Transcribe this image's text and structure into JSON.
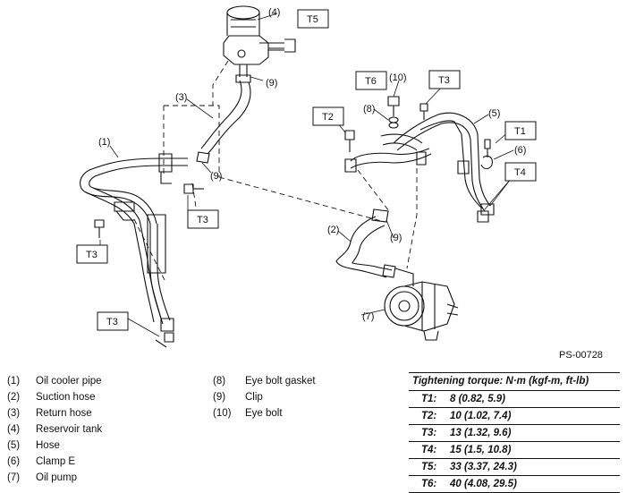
{
  "figure_id": "PS-00728",
  "callouts": {
    "c1": "(1)",
    "c2": "(2)",
    "c3": "(3)",
    "c4": "(4)",
    "c5": "(5)",
    "c6": "(6)",
    "c7": "(7)",
    "c8": "(8)",
    "c9a": "(9)",
    "c9b": "(9)",
    "c9c": "(9)",
    "c10": "(10)"
  },
  "torque_tags": {
    "t1": "T1",
    "t2": "T2",
    "t3a": "T3",
    "t3b": "T3",
    "t3c": "T3",
    "t3d": "T3",
    "t4": "T4",
    "t5": "T5",
    "t6": "T6"
  },
  "legend_left": [
    {
      "num": "(1)",
      "label": "Oil cooler pipe"
    },
    {
      "num": "(2)",
      "label": "Suction hose"
    },
    {
      "num": "(3)",
      "label": "Return hose"
    },
    {
      "num": "(4)",
      "label": "Reservoir tank"
    },
    {
      "num": "(5)",
      "label": "Hose"
    },
    {
      "num": "(6)",
      "label": "Clamp E"
    },
    {
      "num": "(7)",
      "label": "Oil pump"
    }
  ],
  "legend_mid": [
    {
      "num": "(8)",
      "label": "Eye bolt gasket"
    },
    {
      "num": "(9)",
      "label": "Clip"
    },
    {
      "num": "(10)",
      "label": "Eye bolt"
    }
  ],
  "torque": {
    "header": "Tightening torque: N·m (kgf-m, ft-lb)",
    "rows": [
      {
        "code": "T1:",
        "value": "8 (0.82, 5.9)"
      },
      {
        "code": "T2:",
        "value": "10 (1.02, 7.4)"
      },
      {
        "code": "T3:",
        "value": "13 (1.32, 9.6)"
      },
      {
        "code": "T4:",
        "value": "15 (1.5, 10.8)"
      },
      {
        "code": "T5:",
        "value": "33 (3.37, 24.3)"
      },
      {
        "code": "T6:",
        "value": "40 (4.08, 29.5)"
      }
    ]
  }
}
